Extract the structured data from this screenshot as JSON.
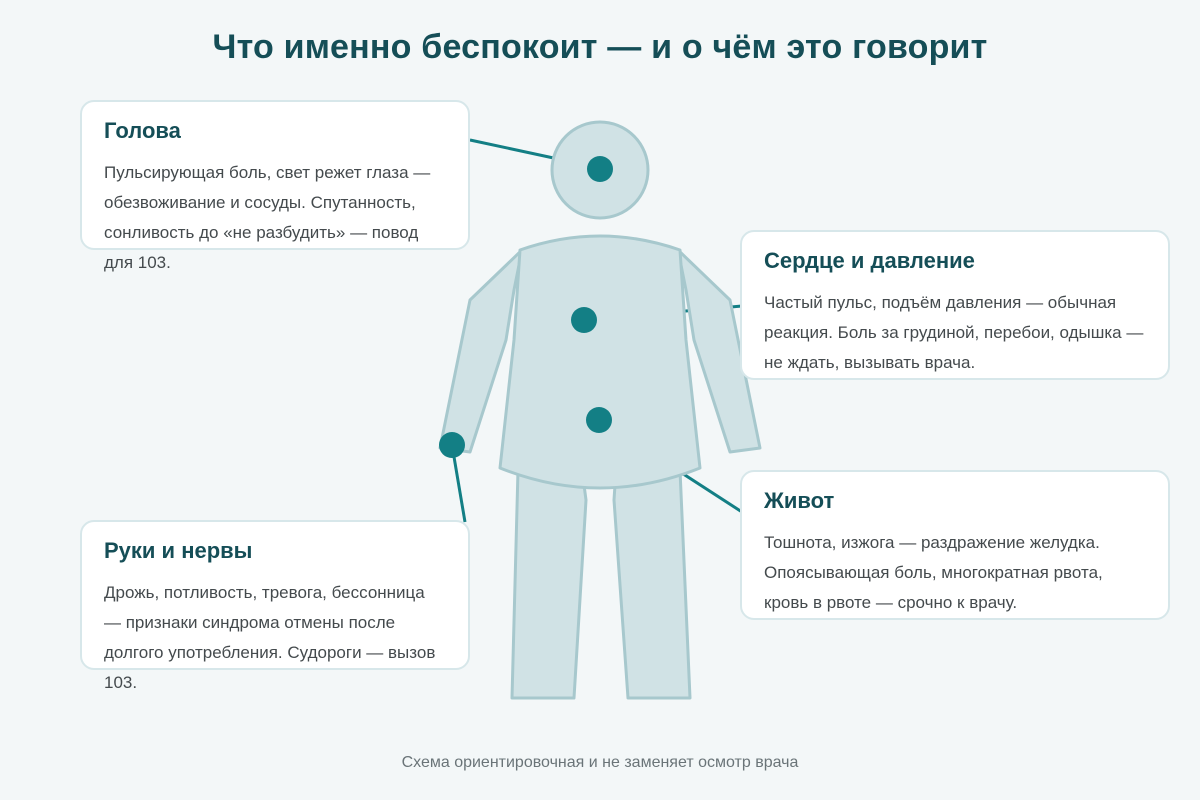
{
  "title": "Что именно беспокоит — и о чём это говорит",
  "colors": {
    "accent": "#137f85",
    "heading": "#154e57",
    "figure_fill": "#d0e2e5",
    "figure_stroke": "#a7c8cd",
    "background": "#f3f7f8"
  },
  "zones": [
    {
      "key": "head",
      "title": "Голова",
      "text": "Пульсирующая боль, свет режет глаза — обезвоживание и сосуды. Спутанность, сонливость до «не разбудить» — повод для 103."
    },
    {
      "key": "heart",
      "title": "Сердце и давление",
      "text": "Частый пульс, подъём давления — обычная реакция. Боль за грудиной, перебои, одышка — не ждать, вызывать врача."
    },
    {
      "key": "belly",
      "title": "Живот",
      "text": "Тошнота, изжога — раздражение желудка. Опоясывающая боль, многократная рвота, кровь в рвоте — срочно к врачу."
    },
    {
      "key": "arms",
      "title": "Руки и нервы",
      "text": "Дрожь, потливость, тревога, бессонница — признаки синдрома отмены после долгого употребления. Судороги — вызов 103."
    }
  ],
  "footnote": "Схема ориентировочная и не заменяет осмотр врача"
}
